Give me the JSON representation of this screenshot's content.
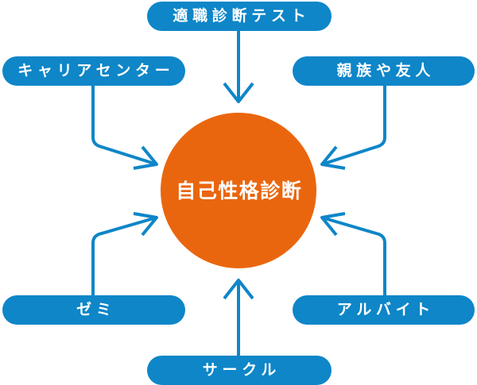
{
  "colors": {
    "node_blue": "#0e86c8",
    "center_orange": "#ea660e",
    "label_text": "#ffffff",
    "background": "#ffffff"
  },
  "diagram": {
    "center": {
      "label": "自己性格診断"
    },
    "nodes": [
      {
        "position": "top",
        "label": "適職診断テスト"
      },
      {
        "position": "top-left",
        "label": "キャリアセンター"
      },
      {
        "position": "top-right",
        "label": "親族や友人"
      },
      {
        "position": "bottom-left",
        "label": "ゼミ"
      },
      {
        "position": "bottom-right",
        "label": "アルバイト"
      },
      {
        "position": "bottom",
        "label": "サークル"
      }
    ]
  }
}
